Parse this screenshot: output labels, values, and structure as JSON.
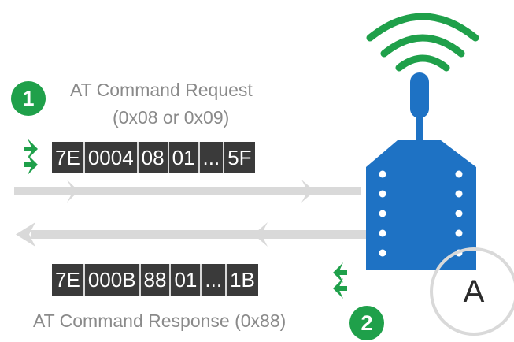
{
  "request": {
    "step": "1",
    "title": "AT Command Request",
    "subtitle": "(0x08 or 0x09)",
    "bytes": [
      "7E",
      "0004",
      "08",
      "01",
      "...",
      "5F"
    ]
  },
  "response": {
    "step": "2",
    "title": "AT Command Response (0x88)",
    "bytes": [
      "7E",
      "000B",
      "88",
      "01",
      "...",
      "1B"
    ]
  },
  "module": {
    "label": "A"
  },
  "colors": {
    "green": "#1fa04a",
    "blue": "#1e72c4",
    "packet": "#3a3a3a",
    "arrow": "#d9d9d9"
  }
}
